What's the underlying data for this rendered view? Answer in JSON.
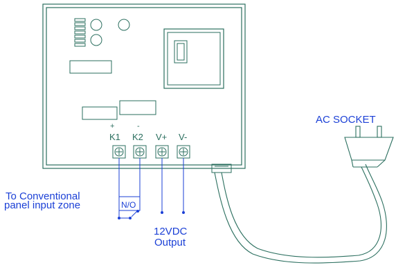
{
  "labels": {
    "ac_socket": "AC SOCKET",
    "plus": "+",
    "minus": "-",
    "k1": "K1",
    "k2": "K2",
    "v_plus": "V+",
    "v_minus": "V-",
    "no": "N/O",
    "output_line1": "12VDC",
    "output_line2": "Output",
    "panel_line1": "To Conventional",
    "panel_line2": "panel input zone"
  },
  "colors": {
    "board_outline": "#2a6e5e",
    "terminal_labels": "#2a6e5e",
    "annotation_text": "#1a3fd6",
    "wiring": "#1a3fd6",
    "cable": "#2a6e5e"
  }
}
